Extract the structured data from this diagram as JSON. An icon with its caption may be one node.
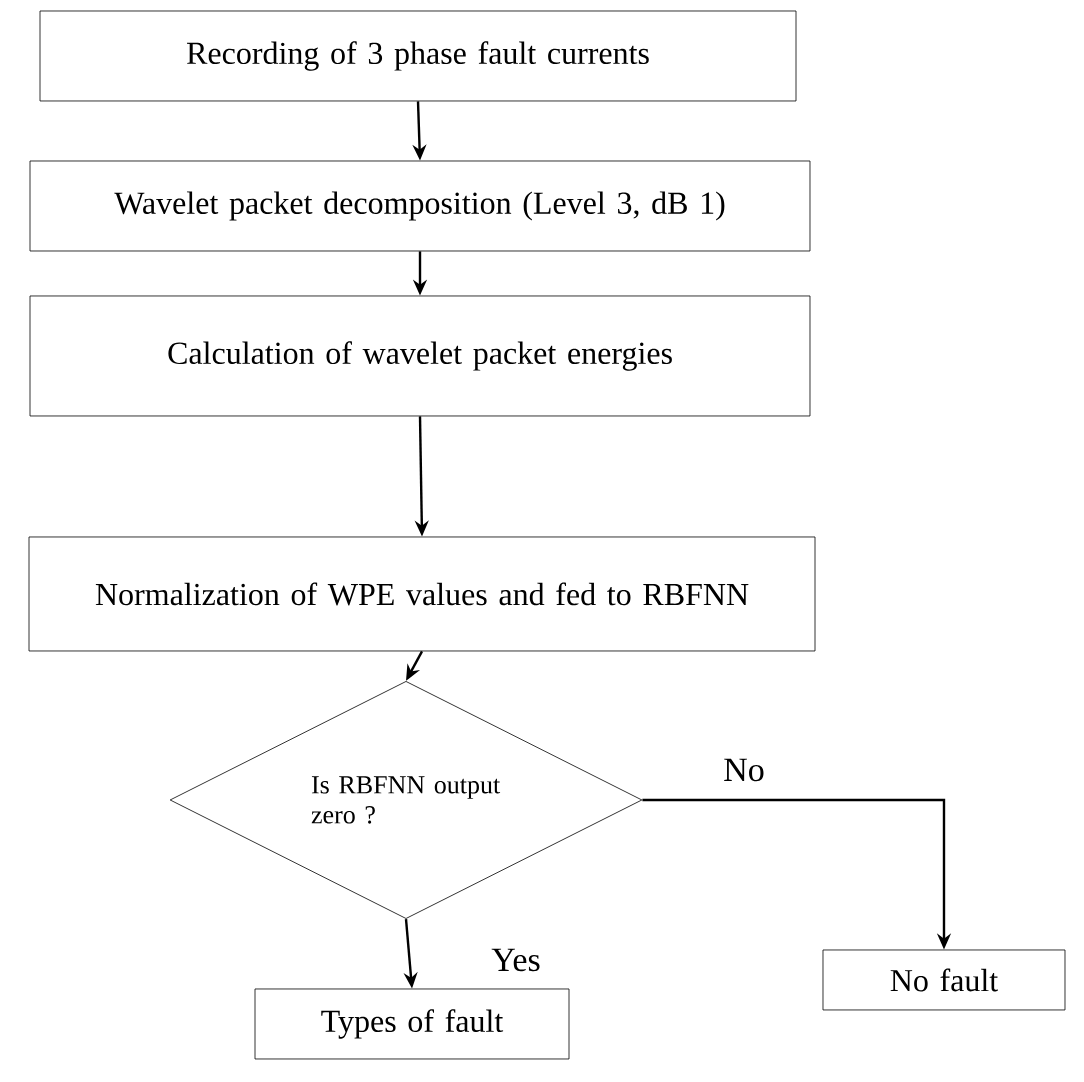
{
  "diagram": {
    "nodes": [
      {
        "text": [
          "Recording of 3 phase fault currents"
        ]
      },
      {
        "text": [
          "Wavelet packet decomposition (Level 3, dB 1)"
        ]
      },
      {
        "text": [
          "Calculation of wavelet packet energies"
        ]
      },
      {
        "text": [
          "Normalization of WPE values and fed to RBFNN"
        ]
      },
      {
        "text": [
          "Is RBFNN output zero ?"
        ]
      },
      {
        "text": [
          "Types of fault"
        ]
      },
      {
        "text": [
          "No fault"
        ]
      }
    ],
    "edges": [
      {
        "from": 0,
        "to": 1,
        "arrow": "to"
      },
      {
        "from": 1,
        "to": 2,
        "arrow": "to"
      },
      {
        "from": 2,
        "to": 3,
        "arrow": "to"
      },
      {
        "from": 3,
        "to": 4,
        "arrow": "to"
      },
      {
        "from": 4,
        "to": 5,
        "arrow": "to",
        "label": "Yes"
      },
      {
        "from": 4,
        "to": 6,
        "arrow": "to",
        "label": "No"
      }
    ]
  }
}
